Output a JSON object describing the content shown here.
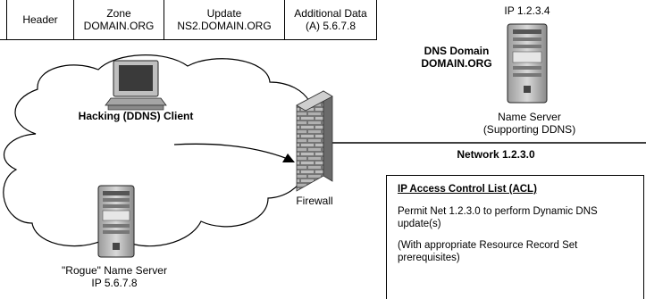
{
  "packet": {
    "fields": [
      {
        "line1": "Header",
        "line2": ""
      },
      {
        "line1": "Zone",
        "line2": "DOMAIN.ORG"
      },
      {
        "line1": "Update",
        "line2": "NS2.DOMAIN.ORG"
      },
      {
        "line1": "Additional Data",
        "line2": "(A) 5.6.7.8"
      }
    ]
  },
  "name_server": {
    "ip": "IP 1.2.3.4",
    "domain_line1": "DNS Domain",
    "domain_line2": "DOMAIN.ORG",
    "caption_line1": "Name Server",
    "caption_line2": "(Supporting DDNS)"
  },
  "client": {
    "label": "Hacking (DDNS) Client"
  },
  "firewall": {
    "label": "Firewall"
  },
  "network": {
    "label": "Network 1.2.3.0"
  },
  "rogue_server": {
    "caption_line1": "\"Rogue\" Name Server",
    "caption_line2": "IP 5.6.7.8"
  },
  "acl": {
    "title": "IP Access Control List (ACL)",
    "lines": [
      "Permit Net 1.2.3.0 to perform Dynamic DNS update(s)",
      "(With appropriate Resource Record Set prerequisites)"
    ]
  }
}
